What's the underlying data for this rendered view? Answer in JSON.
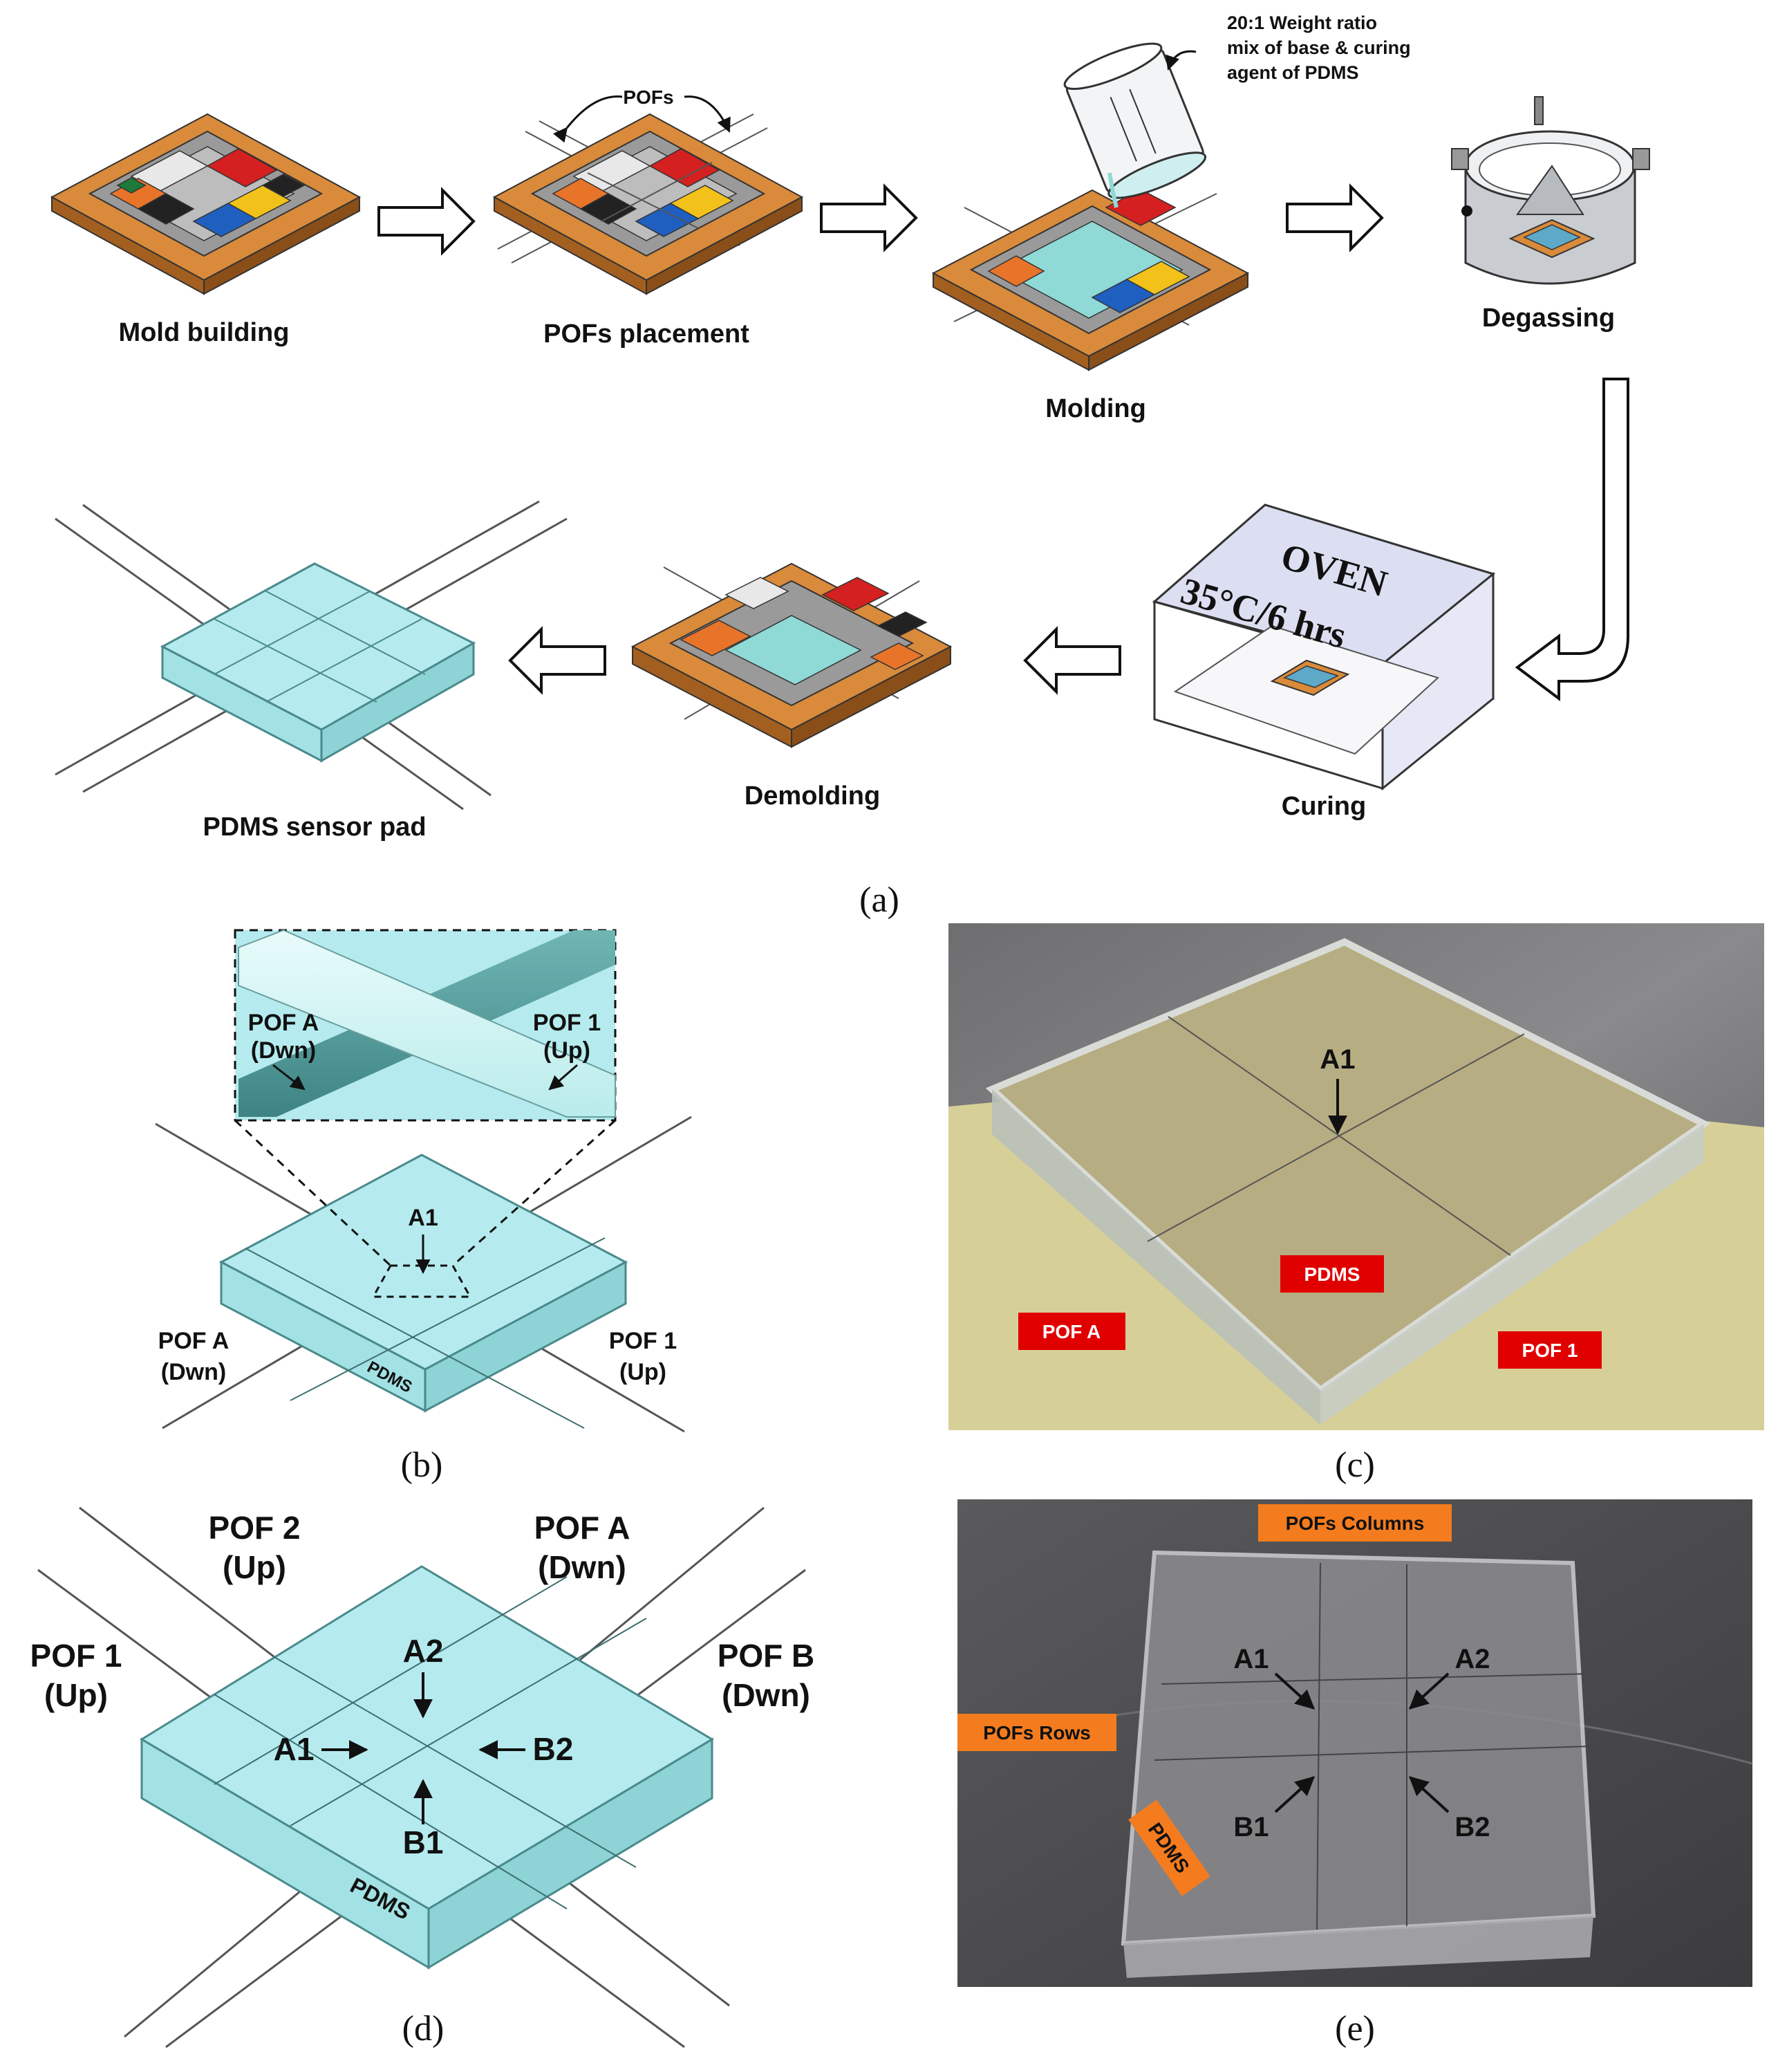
{
  "panel_a": {
    "steps": {
      "mold_building": "Mold building",
      "pofs_placement": "POFs placement",
      "molding": "Molding",
      "degassing": "Degassing",
      "curing": "Curing",
      "demolding": "Demolding",
      "sensor_pad": "PDMS sensor pad"
    },
    "pofs_label": "POFs",
    "mix_note": [
      "20:1 Weight ratio",
      "mix of base & curing",
      "agent of PDMS"
    ],
    "oven_title": "OVEN",
    "oven_setting": "35°C/6 hrs",
    "caption": "(a)"
  },
  "panel_b": {
    "inset_left": [
      "POF A",
      "(Dwn)"
    ],
    "inset_right": [
      "POF 1",
      "(Up)"
    ],
    "point": "A1",
    "left": [
      "POF A",
      "(Dwn)"
    ],
    "right": [
      "POF 1",
      "(Up)"
    ],
    "material": "PDMS",
    "caption": "(b)"
  },
  "panel_c": {
    "point": "A1",
    "material": "PDMS",
    "left_tag": "POF A",
    "right_tag": "POF 1",
    "caption": "(c)"
  },
  "panel_d": {
    "pof2": [
      "POF 2",
      "(Up)"
    ],
    "pofa": [
      "POF A",
      "(Dwn)"
    ],
    "pof1": [
      "POF 1",
      "(Up)"
    ],
    "pofb": [
      "POF B",
      "(Dwn)"
    ],
    "points": [
      "A2",
      "A1",
      "B2",
      "B1"
    ],
    "material": "PDMS",
    "caption": "(d)"
  },
  "panel_e": {
    "columns_tag": "POFs Columns",
    "rows_tag": "POFs Rows",
    "material": "PDMS",
    "points": [
      "A1",
      "A2",
      "B1",
      "B2"
    ],
    "caption": "(e)"
  },
  "colors": {
    "pdms": "#aee8ea",
    "wood": "#d98a3a",
    "tag_red": "#e00000",
    "tag_orange": "#f47c1f"
  }
}
